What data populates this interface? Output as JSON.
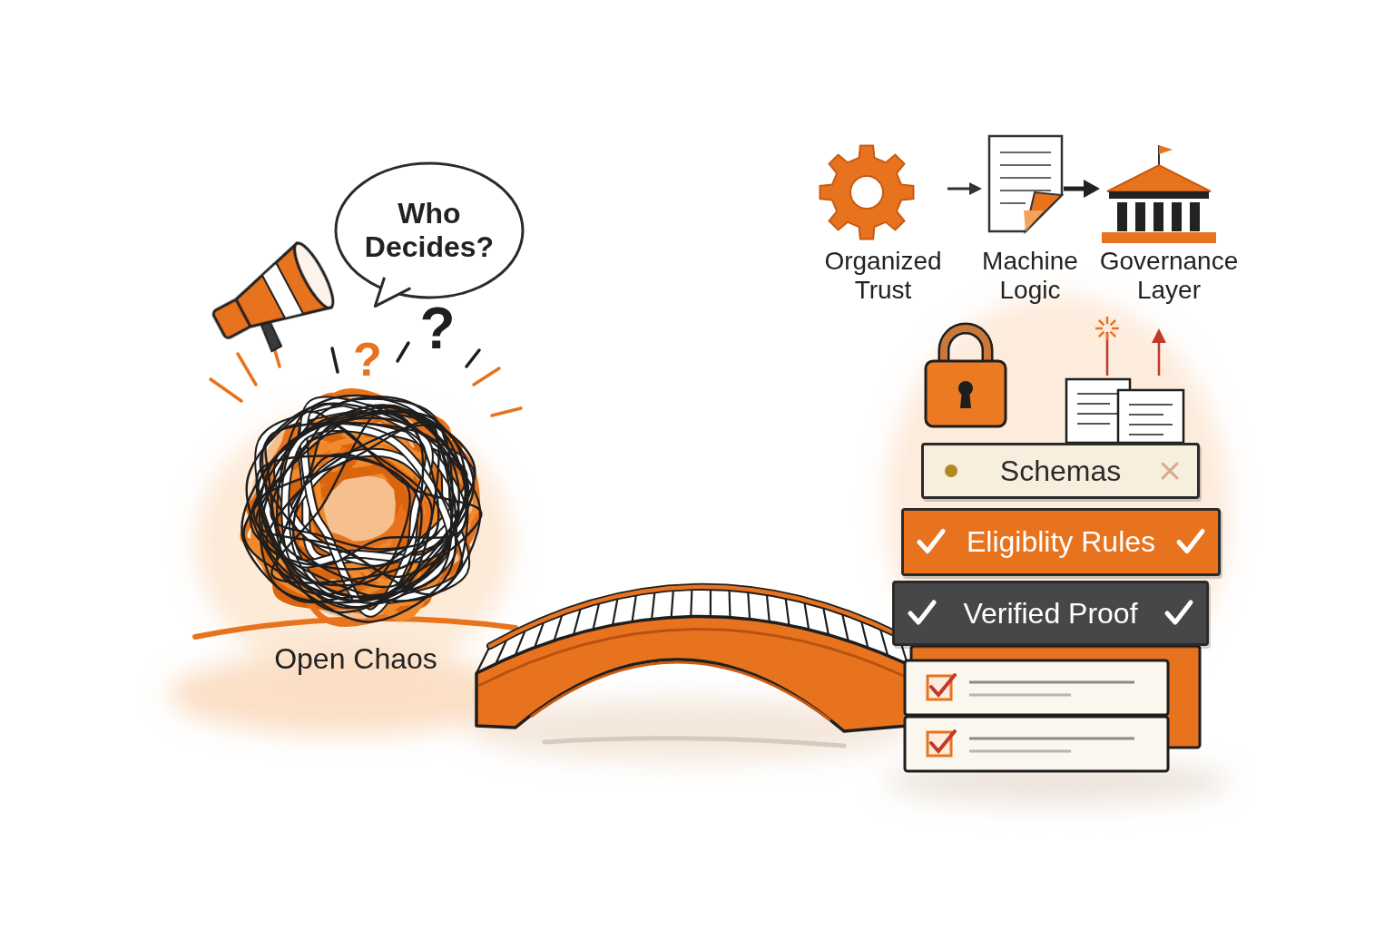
{
  "diagram": {
    "nodes": [
      {
        "text": [
          "Who Decides?"
        ]
      },
      {
        "text": [
          "Schemas"
        ]
      },
      {
        "text": [
          "Eligiblity Rules"
        ]
      },
      {
        "text": [
          "Verified Proof"
        ]
      }
    ],
    "labels": [
      "?",
      "?",
      "Open Chaos",
      "Organized Trust",
      "Machine Logic",
      "Governance Layer"
    ]
  }
}
